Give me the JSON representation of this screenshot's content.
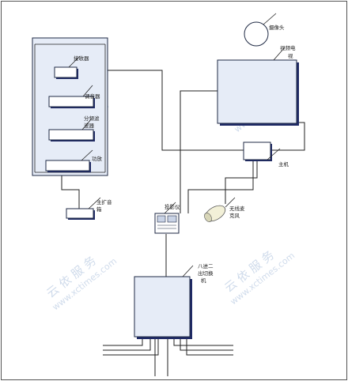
{
  "diagram": {
    "labels": {
      "camera": "摄像头",
      "video_tv_1": "视频电",
      "video_tv_2": "视",
      "receiver": "接收器",
      "tuner": "调音器",
      "switcher_1": "分频滤",
      "switcher_2": "波器",
      "amplifier": "功放",
      "speaker_1": "主扩音",
      "speaker_2": "箱",
      "host": "主机",
      "projector": "投影仪",
      "wireless_mic_1": "无线麦",
      "wireless_mic_2": "克风",
      "matrix_1": "八进二",
      "matrix_2": "出切换",
      "matrix_3": "机"
    },
    "watermark": {
      "cn": "云 依 服 务",
      "en": "www.xctimes.com"
    },
    "colors": {
      "line": "#222222",
      "panel_fill": "#e6ecf7",
      "box_shadow": "#1f2a66",
      "watermark": "#a9bedb"
    }
  }
}
